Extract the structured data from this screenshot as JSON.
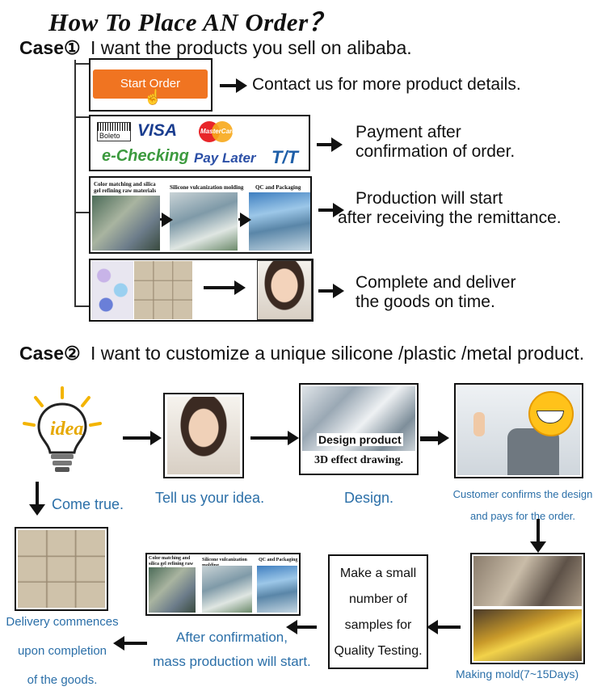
{
  "title": "How To Place AN Order？",
  "case1": {
    "label": "Case①",
    "text": "I want the products you sell on alibaba.",
    "start_order": "Start Order",
    "steps": [
      {
        "line1": "Contact us for more product details."
      },
      {
        "line1": "Payment after",
        "line2": "confirmation of order."
      },
      {
        "line1": "Production will start",
        "line2": "after receiving the remittance."
      },
      {
        "line1": "Complete and deliver",
        "line2": "the goods on time."
      }
    ],
    "payments": {
      "boleto": "Boleto",
      "visa": "VISA",
      "mastercard": "MasterCard",
      "echecking": "e-Checking",
      "paylater": "Pay Later",
      "tt": "T/T"
    },
    "production_labels": [
      "Color matching and silica gel refining raw materials",
      "Silicone vulcanization molding",
      "QC and Packaging"
    ]
  },
  "case2": {
    "label": "Case②",
    "text": "I want to customize a unique silicone /plastic /metal product.",
    "idea_word": "idea",
    "come_true": "Come true.",
    "tell_idea": "Tell us your idea.",
    "design": "Design.",
    "design_product": "Design product",
    "design_3d": "3D effect drawing.",
    "customer_confirms_1": "Customer confirms the design",
    "customer_confirms_2": "and pays for the order.",
    "making_mold": "Making mold(7~15Days)",
    "samples": [
      "Make a small",
      "number of",
      "samples for",
      "Quality Testing."
    ],
    "after_confirm_1": "After confirmation,",
    "after_confirm_2": "mass production will start.",
    "delivery_1": "Delivery commences",
    "delivery_2": "upon completion",
    "delivery_3": "of the goods."
  },
  "colors": {
    "accent_orange": "#f07421",
    "caption_blue": "#2b6fa8"
  }
}
